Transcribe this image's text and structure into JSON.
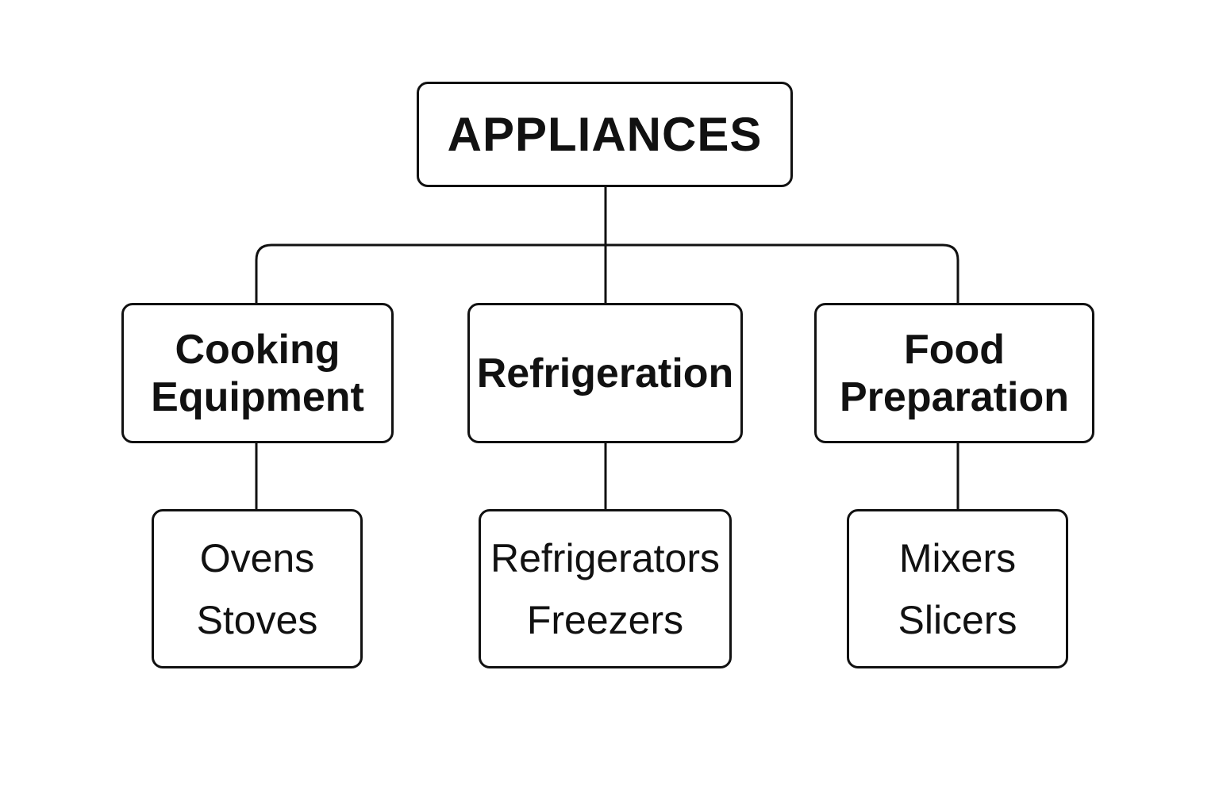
{
  "root": {
    "label": "APPLIANCES"
  },
  "categories": [
    {
      "title_lines": [
        "Cooking",
        "Equipment"
      ],
      "items": [
        "Ovens",
        "Stoves"
      ]
    },
    {
      "title_lines": [
        "Refrigeration"
      ],
      "items": [
        "Refrigerators",
        "Freezers"
      ]
    },
    {
      "title_lines": [
        "Food",
        "Preparation"
      ],
      "items": [
        "Mixers",
        "Slicers"
      ]
    }
  ],
  "colors": {
    "stroke": "#111111",
    "background": "#ffffff"
  }
}
